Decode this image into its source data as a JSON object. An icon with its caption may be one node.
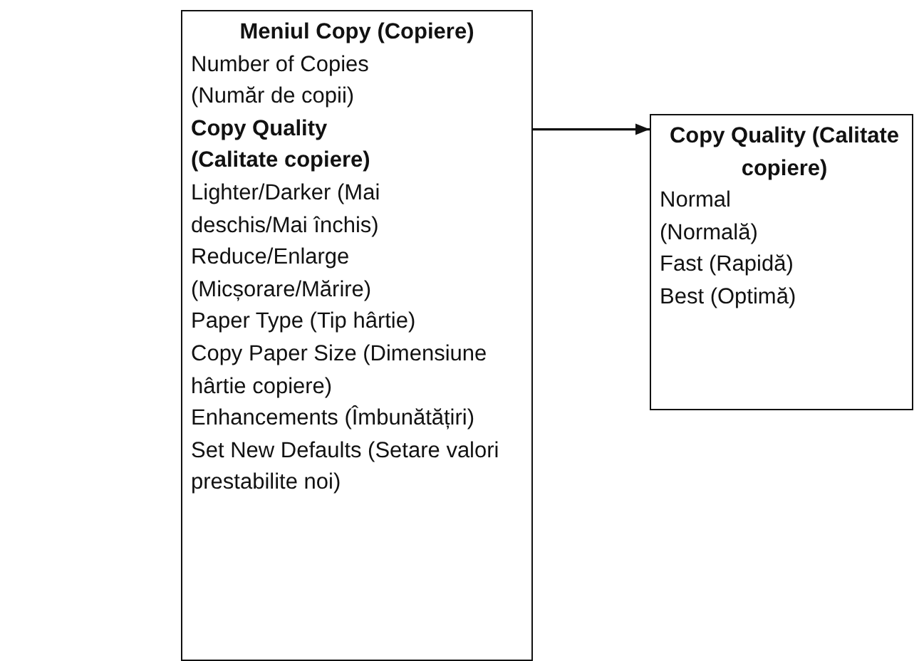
{
  "diagram": {
    "nodes": [
      {
        "text": [
          "Meniul Copy (Copiere)",
          "Number of Copies (Număr de copii)",
          "Lighter/Darker (Mai deschis/Mai închis)",
          "Reduce/Enlarge (Micșorare/Mărire)",
          "Paper Type (Tip hârtie)",
          "Copy Paper Size (Dimensiune hârtie copiere)",
          "Enhancements (Îmbunătățiri)",
          "Set New Defaults (Setare valori prestabilite noi)"
        ]
      },
      {
        "text": [
          "Copy Quality (Calitate copiere)"
        ],
        "in": 0
      },
      {
        "text": [
          "Copy Quality (Calitate copiere)",
          "Normal (Normală)",
          "Fast (Rapidă)",
          "Best (Optimă)"
        ]
      }
    ],
    "edges": [
      {
        "from": 1,
        "to": 2,
        "arrow": "to"
      }
    ]
  }
}
